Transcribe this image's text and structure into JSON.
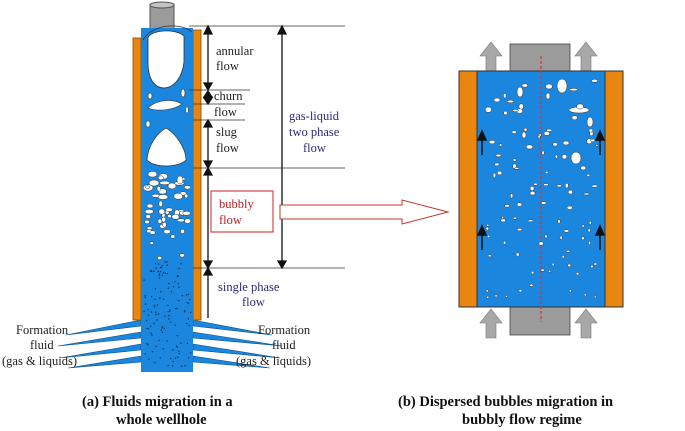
{
  "colors": {
    "fluid": "#1a86de",
    "casing": "#e8860f",
    "tubing": "#9b9b9b",
    "gas": "#ffffff",
    "red_box": "#d0343a",
    "label_blue": "#2a2a7a"
  },
  "panel_a": {
    "regimes": {
      "annular": [
        "annular",
        "flow"
      ],
      "churn": [
        "churn",
        "flow"
      ],
      "slug": [
        "slug",
        "flow"
      ],
      "bubbly": [
        "bubbly",
        "flow"
      ],
      "single_phase": [
        "single phase",
        "flow"
      ]
    },
    "two_phase": [
      "gas-liquid",
      "two phase",
      "flow"
    ],
    "formation_left": [
      "Formation",
      "fluid",
      "(gas & liquids)"
    ],
    "formation_right": [
      "Formation",
      "fluid",
      "(gas & liquids)"
    ],
    "caption": [
      "(a) Fluids migration in a",
      "whole wellhole"
    ]
  },
  "panel_b": {
    "caption": [
      "(b) Dispersed  bubbles migration in",
      "bubbly flow regime"
    ]
  }
}
